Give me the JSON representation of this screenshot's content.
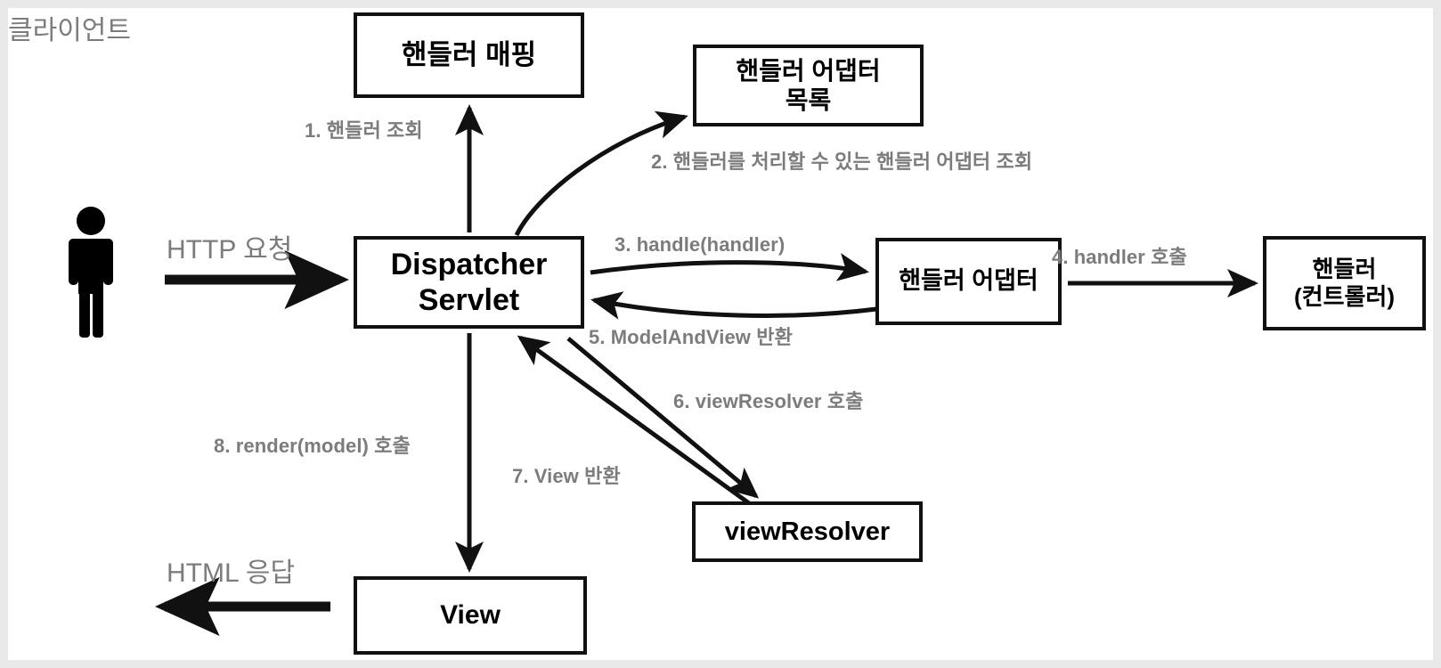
{
  "diagram": {
    "title": "Spring MVC DispatcherServlet 구조",
    "colors": {
      "node_border": "#111111",
      "node_fill": "#ffffff",
      "label_gray": "#7c7c7c",
      "arrow": "#111111",
      "frame": "#e9e9e9"
    },
    "actor": {
      "icon": "person-icon",
      "label": "클라이언트"
    },
    "nodes": [
      {
        "id": "handler-mapping",
        "label": "핸들러 매핑"
      },
      {
        "id": "handler-adapter-list",
        "label": "핸들러 어댑터\n목록",
        "line1": "핸들러 어댑터",
        "line2": "목록"
      },
      {
        "id": "dispatcher-servlet",
        "label": "Dispatcher Servlet",
        "line1": "Dispatcher",
        "line2": "Servlet"
      },
      {
        "id": "handler-adapter",
        "label": "핸들러 어댑터"
      },
      {
        "id": "handler-controller",
        "label": "핸들러 (컨트롤러)",
        "line1": "핸들러",
        "line2": "(컨트롤러)"
      },
      {
        "id": "view-resolver",
        "label": "viewResolver"
      },
      {
        "id": "view",
        "label": "View"
      }
    ],
    "edges": [
      {
        "id": "http-request",
        "label": "HTTP 요청",
        "from": "클라이언트",
        "to": "Dispatcher Servlet"
      },
      {
        "id": "step-1",
        "label": "1. 핸들러 조회",
        "from": "Dispatcher Servlet",
        "to": "핸들러 매핑"
      },
      {
        "id": "step-2",
        "label": "2. 핸들러를 처리할 수 있는 핸들러 어댑터 조회",
        "from": "Dispatcher Servlet",
        "to": "핸들러 어댑터 목록"
      },
      {
        "id": "step-3",
        "label": "3. handle(handler)",
        "from": "Dispatcher Servlet",
        "to": "핸들러 어댑터"
      },
      {
        "id": "step-4",
        "label": "4. handler 호출",
        "from": "핸들러 어댑터",
        "to": "핸들러 (컨트롤러)"
      },
      {
        "id": "step-5",
        "label": "5. ModelAndView 반환",
        "from": "핸들러 어댑터",
        "to": "Dispatcher Servlet"
      },
      {
        "id": "step-6",
        "label": "6. viewResolver 호출",
        "from": "Dispatcher Servlet",
        "to": "viewResolver"
      },
      {
        "id": "step-7",
        "label": "7. View 반환",
        "from": "viewResolver",
        "to": "Dispatcher Servlet"
      },
      {
        "id": "step-8",
        "label": "8. render(model) 호출",
        "from": "Dispatcher Servlet",
        "to": "View"
      },
      {
        "id": "html-response",
        "label": "HTML 응답",
        "from": "View",
        "to": "클라이언트"
      }
    ]
  }
}
